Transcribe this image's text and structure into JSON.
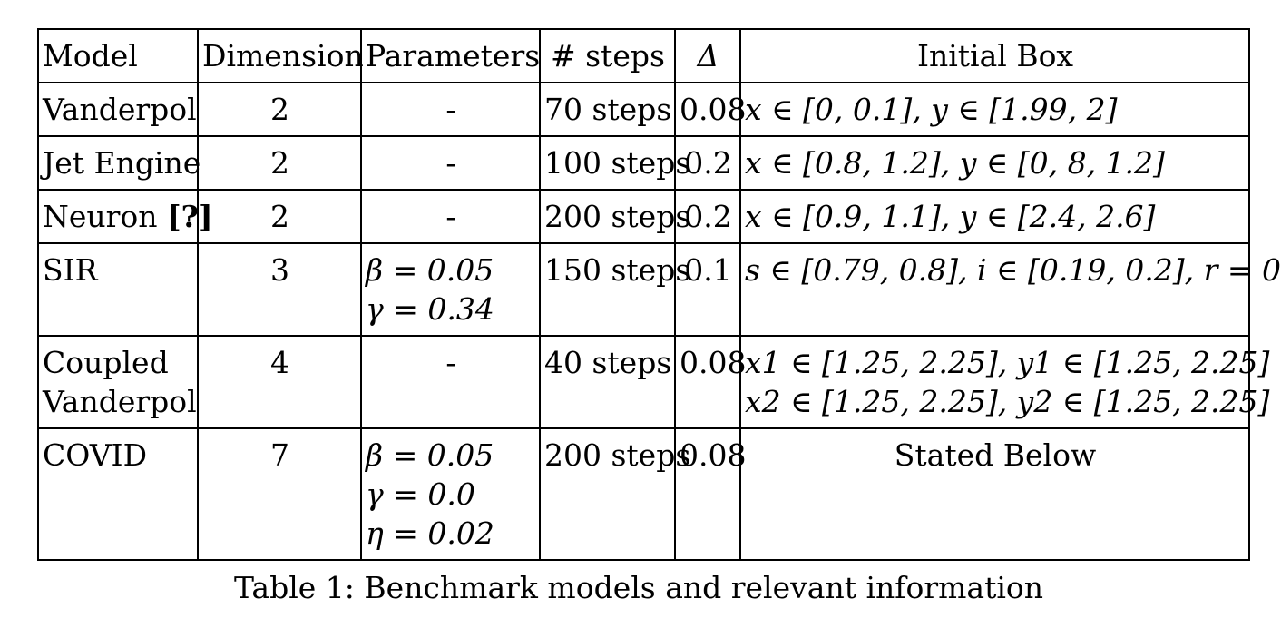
{
  "header": {
    "model": "Model",
    "dimension": "Dimension",
    "parameters": "Parameters",
    "steps": "# steps",
    "delta": "Δ",
    "initial_box": "Initial Box"
  },
  "rows": [
    {
      "model_lines": [
        "Vanderpol"
      ],
      "dimension": "2",
      "parameters": [
        "-"
      ],
      "steps": "70 steps",
      "delta": "0.08",
      "initial_box": [
        "x ∈ [0, 0.1], y ∈ [1.99, 2]"
      ]
    },
    {
      "model_lines": [
        "Jet Engine"
      ],
      "dimension": "2",
      "parameters": [
        "-"
      ],
      "steps": "100 steps",
      "delta": "0.2",
      "initial_box": [
        "x ∈ [0.8, 1.2], y ∈ [0, 8, 1.2]"
      ]
    },
    {
      "model_lines": [
        "Neuron"
      ],
      "model_ref": "[?]",
      "dimension": "2",
      "parameters": [
        "-"
      ],
      "steps": "200 steps",
      "delta": "0.2",
      "initial_box": [
        "x ∈ [0.9, 1.1], y ∈ [2.4, 2.6]"
      ]
    },
    {
      "model_lines": [
        "SIR"
      ],
      "dimension": "3",
      "parameters": [
        "β = 0.05",
        "γ = 0.34"
      ],
      "steps": "150 steps",
      "delta": "0.1",
      "initial_box": [
        "s ∈ [0.79, 0.8], i ∈ [0.19, 0.2], r = 0"
      ]
    },
    {
      "model_lines": [
        "Coupled",
        "Vanderpol"
      ],
      "dimension": "4",
      "parameters": [
        "-"
      ],
      "steps": "40 steps",
      "delta": "0.08",
      "initial_box": [
        "x1 ∈ [1.25, 2.25], y1 ∈ [1.25, 2.25]",
        "x2 ∈ [1.25, 2.25], y2 ∈ [1.25, 2.25]"
      ]
    },
    {
      "model_lines": [
        "COVID"
      ],
      "dimension": "7",
      "parameters": [
        "β = 0.05",
        "γ = 0.0",
        "η = 0.02"
      ],
      "steps": "200 steps",
      "delta": "0.08",
      "initial_box": [
        "Stated Below"
      ]
    }
  ],
  "caption": "Table 1: Benchmark models and relevant information"
}
